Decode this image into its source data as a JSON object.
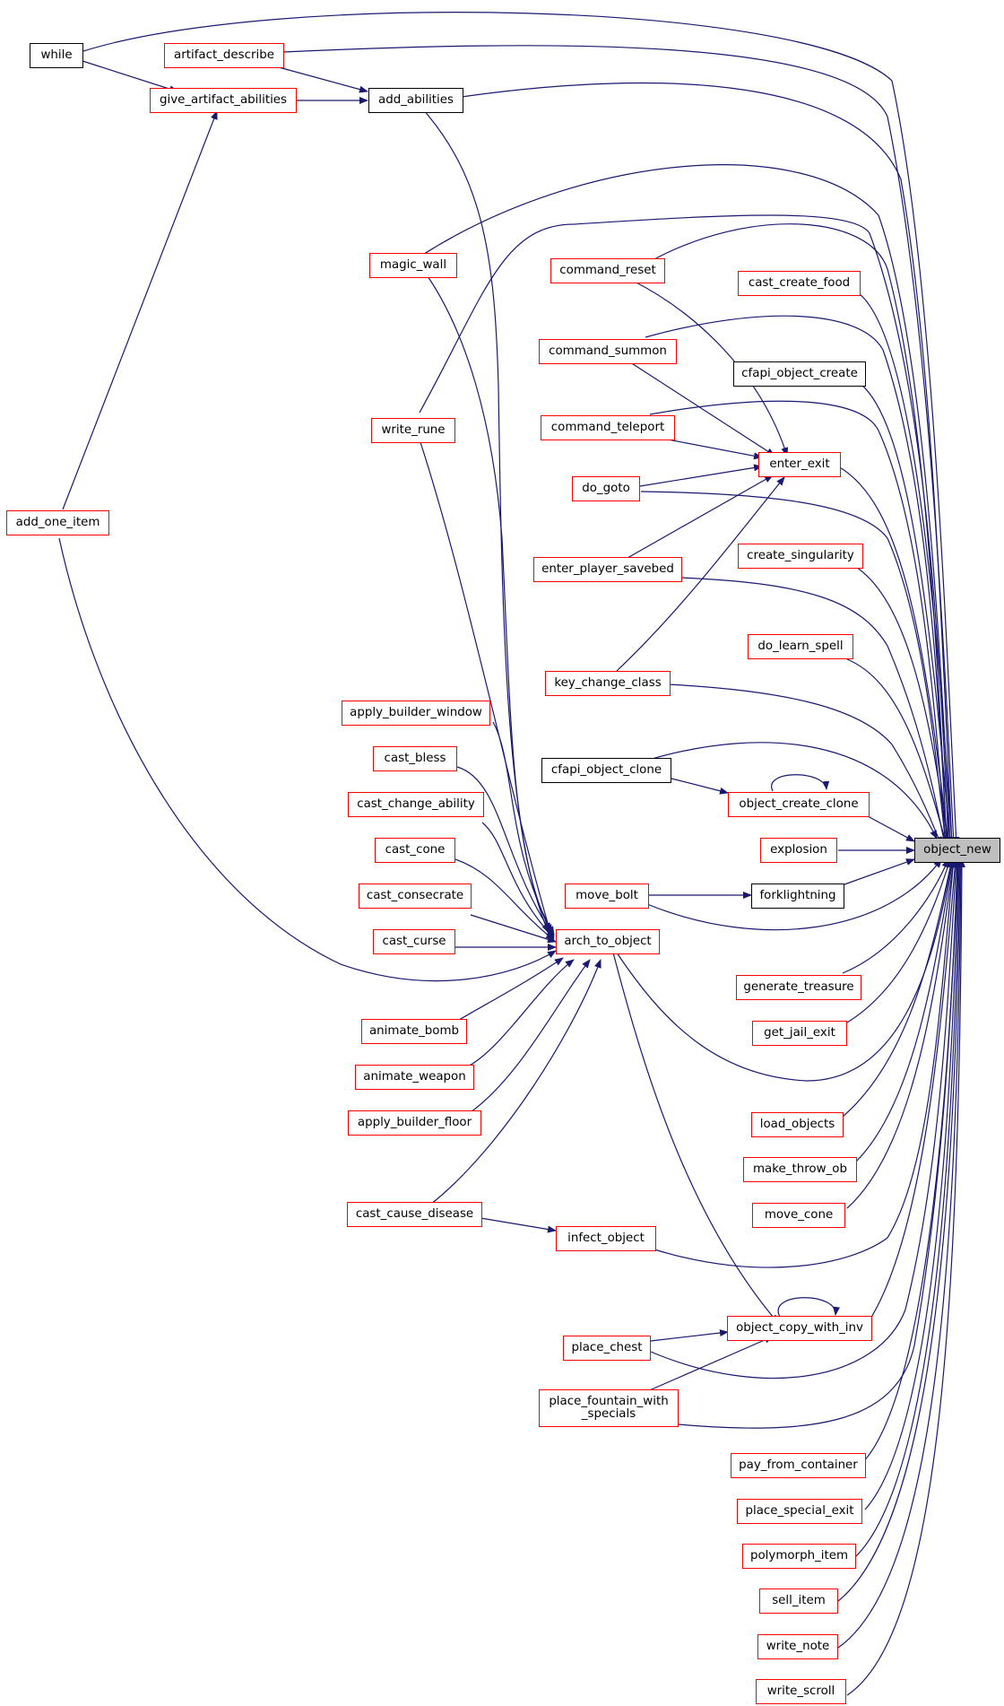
{
  "colors": {
    "edge": "#191970",
    "link_border": "#ff0000",
    "plain_border": "#000000",
    "focus_fill": "#bfbfbf"
  },
  "nodes": {
    "while": "while",
    "artifact_describe": "artifact_describe",
    "give_artifact_abilities": "give_artifact_abilities",
    "add_abilities": "add_abilities",
    "add_one_item": "add_one_item",
    "magic_wall": "magic_wall",
    "write_rune": "write_rune",
    "command_reset": "command_reset",
    "command_summon": "command_summon",
    "command_teleport": "command_teleport",
    "do_goto": "do_goto",
    "enter_player_savebed": "enter_player_savebed",
    "key_change_class": "key_change_class",
    "enter_exit": "enter_exit",
    "cast_create_food": "cast_create_food",
    "cfapi_object_create": "cfapi_object_create",
    "create_singularity": "create_singularity",
    "do_learn_spell": "do_learn_spell",
    "apply_builder_window": "apply_builder_window",
    "cast_bless": "cast_bless",
    "cast_change_ability": "cast_change_ability",
    "cast_cone": "cast_cone",
    "cast_consecrate": "cast_consecrate",
    "cast_curse": "cast_curse",
    "animate_bomb": "animate_bomb",
    "animate_weapon": "animate_weapon",
    "apply_builder_floor": "apply_builder_floor",
    "cast_cause_disease": "cast_cause_disease",
    "cfapi_object_clone": "cfapi_object_clone",
    "object_create_clone": "object_create_clone",
    "explosion": "explosion",
    "move_bolt": "move_bolt",
    "forklightning": "forklightning",
    "arch_to_object": "arch_to_object",
    "object_new": "object_new",
    "generate_treasure": "generate_treasure",
    "get_jail_exit": "get_jail_exit",
    "load_objects": "load_objects",
    "make_throw_ob": "make_throw_ob",
    "move_cone": "move_cone",
    "infect_object": "infect_object",
    "object_copy_with_inv": "object_copy_with_inv",
    "place_chest": "place_chest",
    "place_fountain_with_specials": "place_fountain_with\n_specials",
    "pay_from_container": "pay_from_container",
    "place_special_exit": "place_special_exit",
    "polymorph_item": "polymorph_item",
    "sell_item": "sell_item",
    "write_note": "write_note",
    "write_scroll": "write_scroll"
  }
}
